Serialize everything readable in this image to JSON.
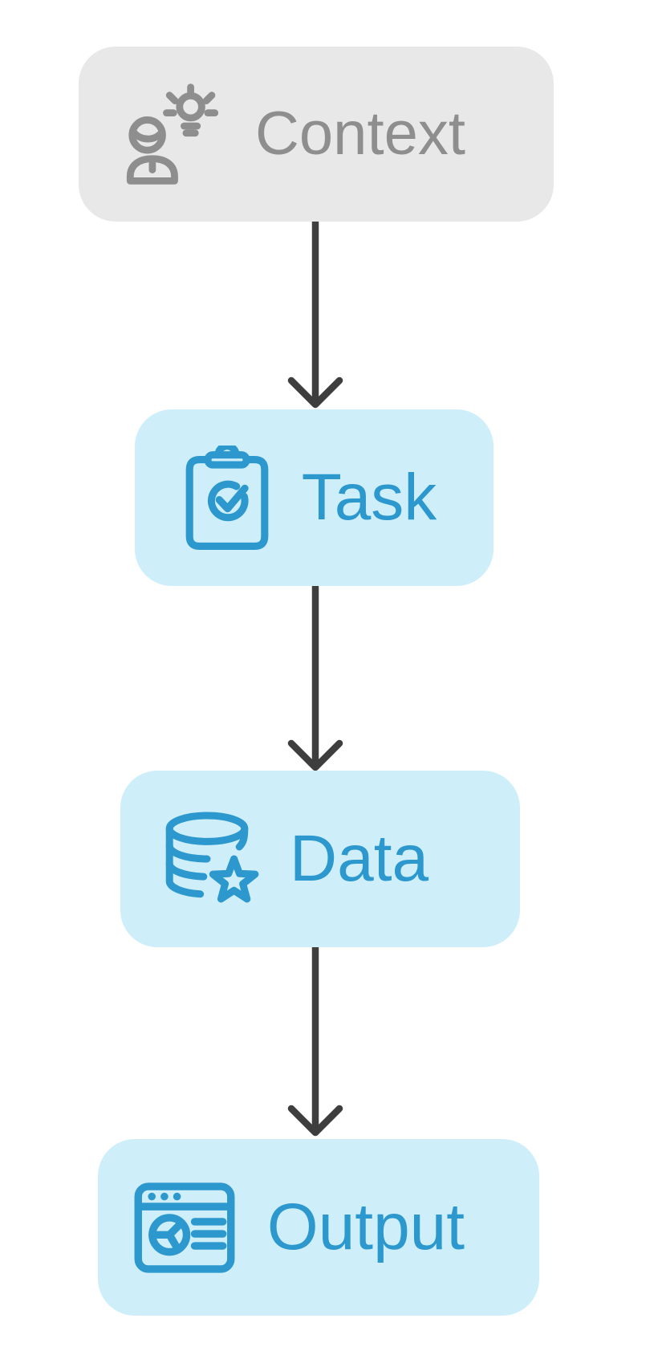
{
  "diagram": {
    "type": "flowchart",
    "direction": "top-down",
    "background": "#ffffff",
    "arrow_color": "#3e3e3e",
    "nodes": [
      {
        "id": "context",
        "label": "Context",
        "icon": "person-idea-icon",
        "fill": "#e8e8e8",
        "text_color": "#8e8e8e"
      },
      {
        "id": "task",
        "label": "Task",
        "icon": "clipboard-check-icon",
        "fill": "#ceeffa",
        "text_color": "#2c98cd"
      },
      {
        "id": "data",
        "label": "Data",
        "icon": "database-star-icon",
        "fill": "#ceeffa",
        "text_color": "#2c98cd"
      },
      {
        "id": "output",
        "label": "Output",
        "icon": "browser-report-icon",
        "fill": "#ceeffa",
        "text_color": "#2c98cd"
      }
    ],
    "edges": [
      {
        "from": "Context",
        "to": "Task"
      },
      {
        "from": "Task",
        "to": "Data"
      },
      {
        "from": "Data",
        "to": "Output"
      }
    ]
  }
}
